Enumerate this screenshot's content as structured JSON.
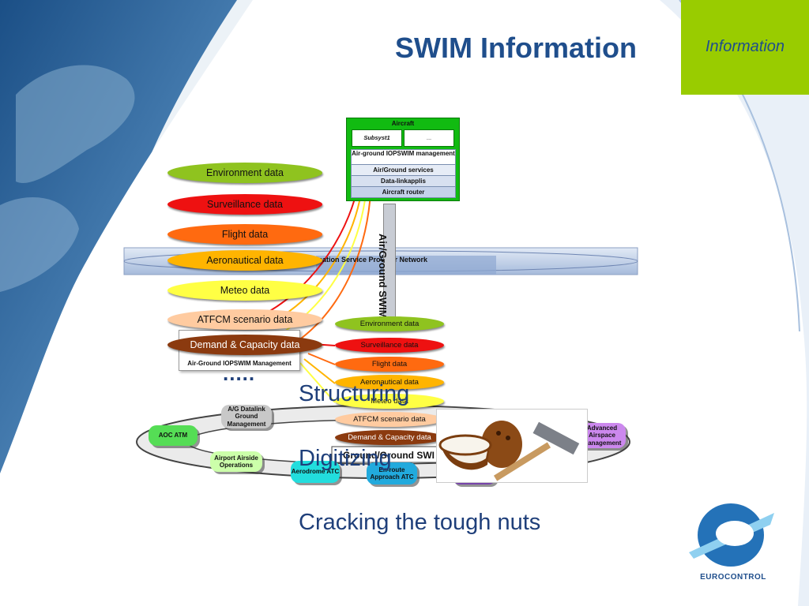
{
  "slide": {
    "title": "SWIM Information",
    "section_tag": "Information",
    "caption": "Cracking the tough nuts",
    "word_structuring": "Structuring",
    "word_digitizing": "Digitizing",
    "logo_text": "EUROCONTROL",
    "colors": {
      "title": "#1f4e8c",
      "tag_bg": "#99cc00",
      "caption": "#1f3f7a"
    }
  },
  "left_stack": [
    {
      "label": "Environment data",
      "color": "#8fc31f"
    },
    {
      "label": "Surveillance data",
      "color": "#ee1111"
    },
    {
      "label": "Flight data",
      "color": "#ff6a10"
    },
    {
      "label": "Aeronautical data",
      "color": "#ffb400"
    },
    {
      "label": "Meteo data",
      "color": "#ffff44"
    },
    {
      "label": "ATFCM scenario data",
      "color": "#ffcba0"
    },
    {
      "label": "Demand  &  Capacity data",
      "color": "#8b3a0f"
    }
  ],
  "right_stack": [
    {
      "label": "Environment data",
      "color": "#8fc31f"
    },
    {
      "label": "Surveillance data",
      "color": "#ee1111"
    },
    {
      "label": "Flight data",
      "color": "#ff6a10"
    },
    {
      "label": "Aeronautical data",
      "color": "#ffb400"
    },
    {
      "label": "Meteo data",
      "color": "#ffff44"
    },
    {
      "label": "ATFCM scenario data",
      "color": "#ffcba0"
    },
    {
      "label": "Demand & Capacity data",
      "color": "#8b3a0f"
    }
  ],
  "aircraft": {
    "title": "Aircraft",
    "subsystem": "Subsyst1",
    "ellipsis": "...",
    "rows": [
      "Air-ground IOPSWIM management",
      "Air/Ground services",
      "Data-linkapplis",
      "Aircraft router"
    ]
  },
  "network_label": "nication Service     Provider Network",
  "vertical_label": "Air/Ground SWIM",
  "mgmt_label": "Air-Ground IOPSWIM Management",
  "dots": ".....",
  "ground_swim_label": "Ground/Ground SWI",
  "ring_nodes": [
    {
      "label": "A/G Datalink Ground Management",
      "color": "#c8c8c8"
    },
    {
      "label": "AOC ATM",
      "color": "#55dd55"
    },
    {
      "label": "Airport Airside Operations",
      "color": "#ccffaa"
    },
    {
      "label": "Aerodrome ATC",
      "color": "#22dddd"
    },
    {
      "label": "En-route Approach ATC",
      "color": "#22aadd"
    },
    {
      "label": "Advanced Airspace Management",
      "color": "#cc88ee"
    }
  ]
}
